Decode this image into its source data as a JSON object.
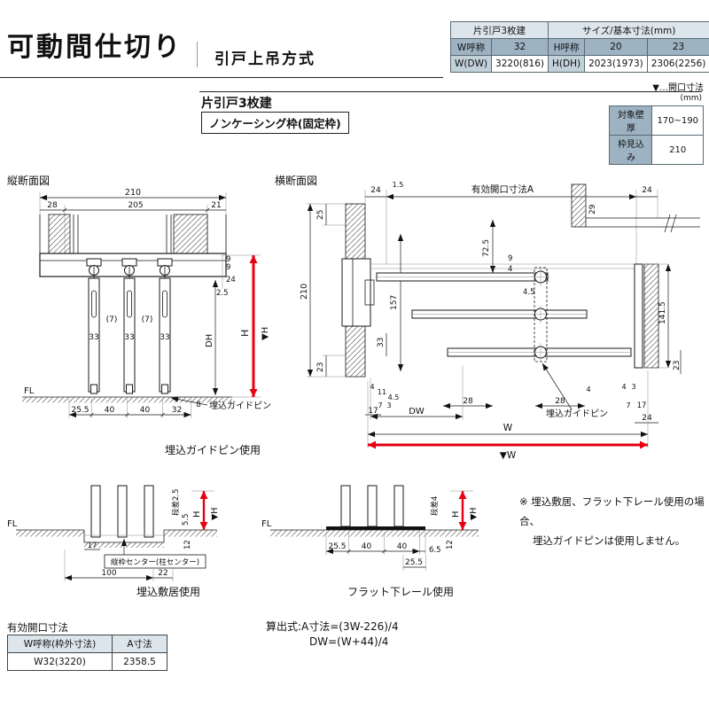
{
  "header": {
    "title": "可動間仕切り",
    "subtitle": "引戸上吊方式"
  },
  "size_table": {
    "r1c1": "片引戸3枚建",
    "r1c2": "サイズ/基本寸法(mm)",
    "r2": [
      "W呼称",
      "32",
      "H呼称",
      "20",
      "23"
    ],
    "r3": [
      "W(DW)",
      "3220(816)",
      "H(DH)",
      "2023(1973)",
      "2306(2256)"
    ]
  },
  "opening_note": "▼…開口寸法",
  "section": {
    "title": "片引戸3枚建",
    "frame": "ノンケーシング枠(固定枠)"
  },
  "spec_table": {
    "unit": "(mm)",
    "r1": [
      "対象壁厚",
      "170~190"
    ],
    "r2": [
      "枠見込み",
      "210"
    ]
  },
  "vsec": {
    "title": "縦断面図",
    "d210": "210",
    "d205": "205",
    "d28": "28",
    "d21": "21",
    "d9a": "9",
    "d9b": "9",
    "d24": "24",
    "d2_5": "2.5",
    "g7a": "(7)",
    "g7b": "(7)",
    "t33a": "33",
    "t33b": "33",
    "t33c": "33",
    "dh": "DH",
    "h": "H",
    "hopen": "▼H",
    "fl": "FL",
    "d8": "8",
    "b1": "25.5",
    "b2": "40",
    "b3": "40",
    "b4": "32",
    "pin": "埋込ガイドピン",
    "caption": "埋込ガイドピン使用"
  },
  "hsec": {
    "title": "横断面図",
    "d1_5": "1.5",
    "d24a": "24",
    "labelA": "有効開口寸法A",
    "d24b": "24",
    "d29": "29",
    "d25": "25",
    "d210": "210",
    "d23a": "23",
    "d72_5": "72.5",
    "d157": "157",
    "d9": "9",
    "d4a": "4",
    "d4_5a": "4.5",
    "d33": "33",
    "d4b": "4",
    "d11": "11",
    "d4_5b": "4.5",
    "d7a": "7",
    "d3a": "3",
    "d17a": "17",
    "d28a": "28",
    "d28b": "28",
    "d4c": "4",
    "d4d": "4",
    "d3b": "3",
    "d7b": "7",
    "d17b": "17",
    "d24c": "24",
    "d23b": "23",
    "d141_5": "141.5",
    "dw": "DW",
    "w": "W",
    "wopen": "▼W",
    "pin": "埋込ガイドピン"
  },
  "sill": {
    "fl": "FL",
    "step": "段差2.5",
    "d5_5": "5.5",
    "h": "H",
    "hopen": "▼H",
    "d12": "12",
    "d17": "17",
    "center": "縦枠センター(柱センター)",
    "d100": "100",
    "d22": "22",
    "caption": "埋込敷居使用"
  },
  "rail": {
    "fl": "FL",
    "step": "段差4",
    "h": "H",
    "hopen": "▼H",
    "d12": "12",
    "b1": "25.5",
    "b2": "40",
    "b3": "40",
    "d6_5": "6.5",
    "d25_5": "25.5",
    "caption": "フラット下レール使用"
  },
  "note": {
    "line1": "※ 埋込敷居、フラット下レール使用の場合、",
    "line2": "埋込ガイドピンは使用しません。"
  },
  "opening_table": {
    "title": "有効開口寸法",
    "h1": "W呼称(枠外寸法)",
    "h2": "A寸法",
    "v1": "W32(3220)",
    "v2": "2358.5"
  },
  "formula": {
    "line1": "算出式:A寸法=(3W-226)/4",
    "line2": "DW=(W+44)/4"
  },
  "colors": {
    "accent_red": "#e60012",
    "cell_dark": "#9db3c2",
    "cell_mid": "#c2d0da",
    "cell_light": "#dce5eb"
  }
}
